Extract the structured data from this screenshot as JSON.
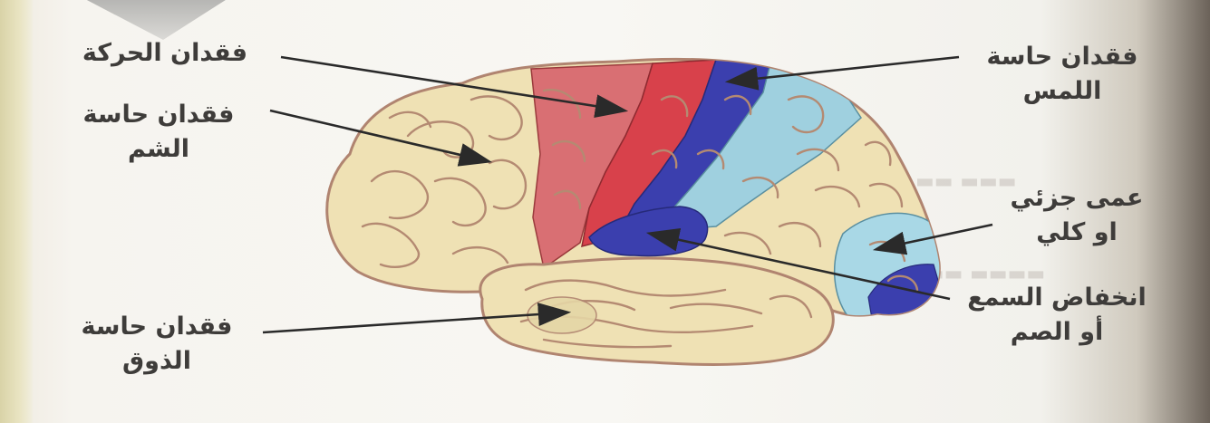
{
  "labels": {
    "motor_loss": "فقدان الحركة",
    "smell_loss_line1": "فقدان حاسة",
    "smell_loss_line2": "الشم",
    "touch_loss_line1": "فقدان حاسة",
    "touch_loss_line2": "اللمس",
    "blindness_line1": "عمى جزئي",
    "blindness_line2": "او كلي",
    "hearing_loss_line1": "انخفاض السمع",
    "hearing_loss_line2": "أو الصم",
    "taste_loss_line1": "فقدان حاسة",
    "taste_loss_line2": "الذوق"
  },
  "colors": {
    "motor_area": "#d8414b",
    "premotor_area": "#d96f73",
    "touch_area": "#3b3fae",
    "sensory_area": "#9fd0df",
    "hearing_area": "#3b3fae",
    "vision_area": "#a9d8e6",
    "brain_tissue": "#efe1b4"
  }
}
